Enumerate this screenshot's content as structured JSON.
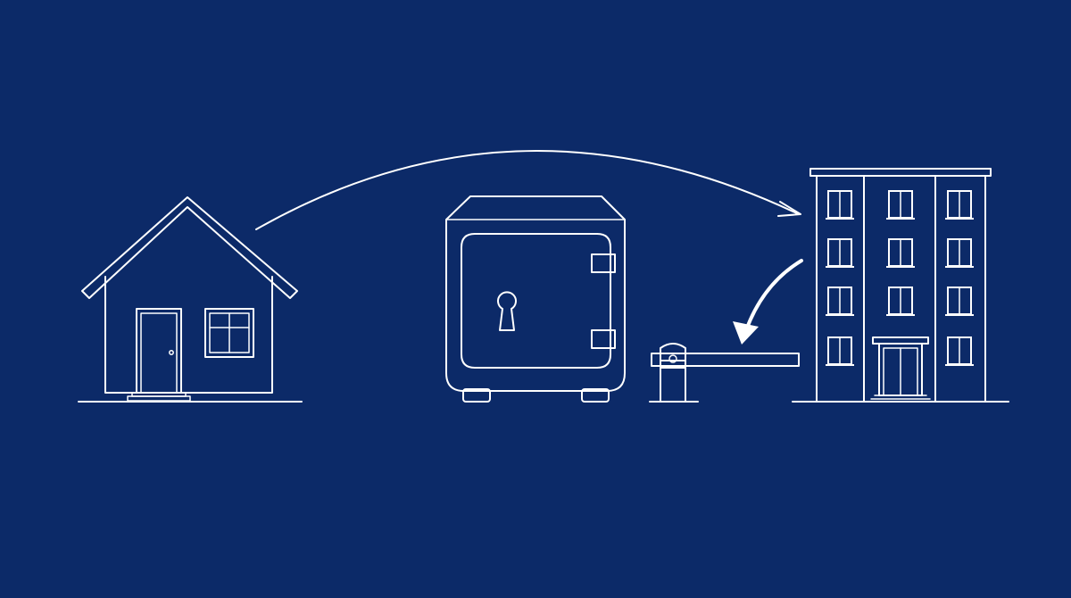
{
  "colors": {
    "background": "#0c2a68",
    "line": "#ffffff"
  },
  "nodes": [
    {
      "id": "house",
      "icon": "house-icon"
    },
    {
      "id": "safe",
      "icon": "safe-icon"
    },
    {
      "id": "barrier",
      "icon": "boom-barrier-icon"
    },
    {
      "id": "building",
      "icon": "apartment-building-icon"
    }
  ],
  "edges": [
    {
      "from": "house",
      "to": "building",
      "style": "thin-curved-arrow"
    },
    {
      "from": "building",
      "to": "barrier",
      "style": "bold-curved-arrow"
    }
  ]
}
